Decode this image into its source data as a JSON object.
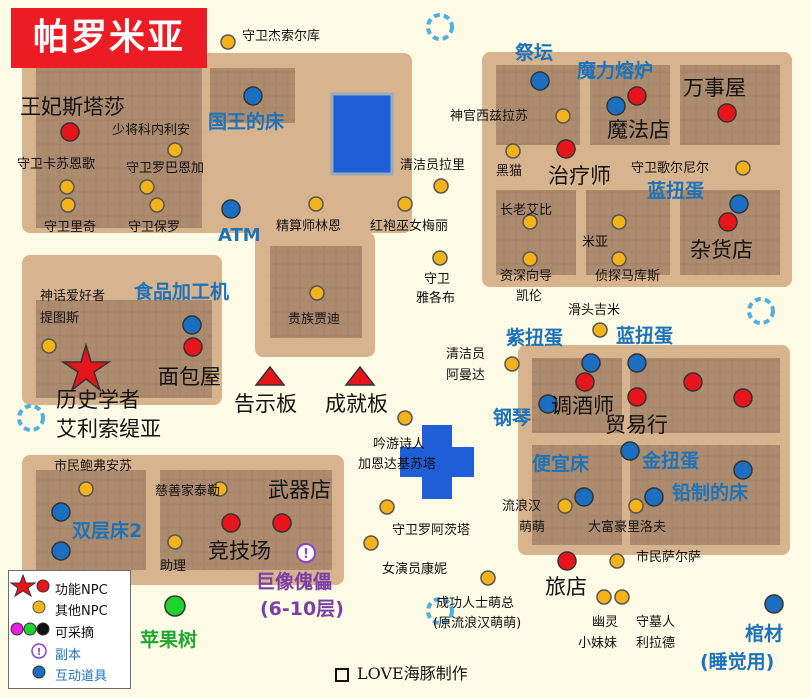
{
  "title": "帕罗米亚",
  "labels": {
    "zone_rest": "王妃斯塔莎",
    "young_knight": "少将科内利安",
    "guard_kasu": "守卫卡苏恩歌",
    "guard_robaen": "守卫罗巴恩加",
    "guard_liqi": "守卫里奇",
    "guard_bao": "守卫保罗",
    "guard_jiesuo": "守卫杰索尔库",
    "king_bed": "国王的床",
    "atm": "ATM",
    "accountant": "精算师林恩",
    "red_witch": "红袍巫女梅丽",
    "cleaner_lali": "清洁员拉里",
    "guard_yage": "守卫",
    "guard_yage2": "雅各布",
    "noble": "贵族贾迪",
    "food_machine": "食品加工机",
    "myth_fan": "神话爱好者",
    "myth_fan2": "提图斯",
    "bakery": "面包屋",
    "historian": "历史学者",
    "historian2": "艾利索缇亚",
    "notice_board": "告示板",
    "achievement_board": "成就板",
    "altar": "祭坛",
    "forge": "魔力熔炉",
    "general_store": "万事屋",
    "priest": "神官西兹拉苏",
    "magic_shop": "魔法店",
    "black_cat": "黑猫",
    "healer": "治疗师",
    "guard_gewu": "守卫歌尔尼尔",
    "blue_egg1": "蓝扭蛋",
    "elder": "长老艾比",
    "mia": "米亚",
    "grocery": "杂货店",
    "guide": "资深向导",
    "guide2": "凯伦",
    "detective": "侦探马库斯",
    "slider": "滑头吉米",
    "purple_egg": "紫扭蛋",
    "blue_egg2": "蓝扭蛋",
    "cleaner_amanda": "清洁员",
    "cleaner_amanda2": "阿曼达",
    "piano": "钢琴",
    "bartender": "调酒师",
    "trade": "贸易行",
    "bard": "吟游诗人",
    "bard2": "加恩达基苏塔",
    "cheap_bed": "便宜床",
    "gold_egg": "金扭蛋",
    "vagrant": "流浪汉",
    "vagrant2": "萌萌",
    "rich_man": "大富豪里洛夫",
    "lead_bed": "铅制的床",
    "citizen_bao": "市民鲍弗安苏",
    "philanthropist": "慈善家泰勒",
    "weapon_shop": "武器店",
    "double_bed": "双层床2",
    "arena": "竞技场",
    "helper": "助理",
    "guard_luoa": "守卫罗阿茨塔",
    "citizen_sa": "市民萨尔萨",
    "actress": "女演员康妮",
    "giant": "巨像傀儡",
    "giant_floors": "(6-10层)",
    "inn": "旅店",
    "success": "成功人士萌总",
    "success2": "(原流浪汉萌萌)",
    "ghost": "幽灵",
    "ghost2": "小妹妹",
    "tomb_keeper": "守墓人",
    "tomb_keeper2": "利拉德",
    "coffin": "棺材",
    "coffin2": "(睡觉用)",
    "apple_tree": "苹果树"
  },
  "legend": {
    "func_npc": "功能NPC",
    "other_npc": "其他NPC",
    "gatherable": "可采摘",
    "dungeon": "副本",
    "interactive": "互动道具"
  },
  "credit": "LOVE海豚制作",
  "colors": {
    "title_bg": "#ec1b24",
    "floor": "#a8866a",
    "wall": "#d8b48e",
    "water": "#1f5ed6",
    "func_npc": "#e8141c",
    "other_npc": "#f5b31a",
    "interactive": "#1c6fc0",
    "gather_green": "#1fd42e",
    "gather_magenta": "#e81ee0",
    "dungeon": "#8e44c8",
    "blue_label": "#1e73b8",
    "purple_label": "#7b3fa6",
    "green_label": "#22a832"
  }
}
